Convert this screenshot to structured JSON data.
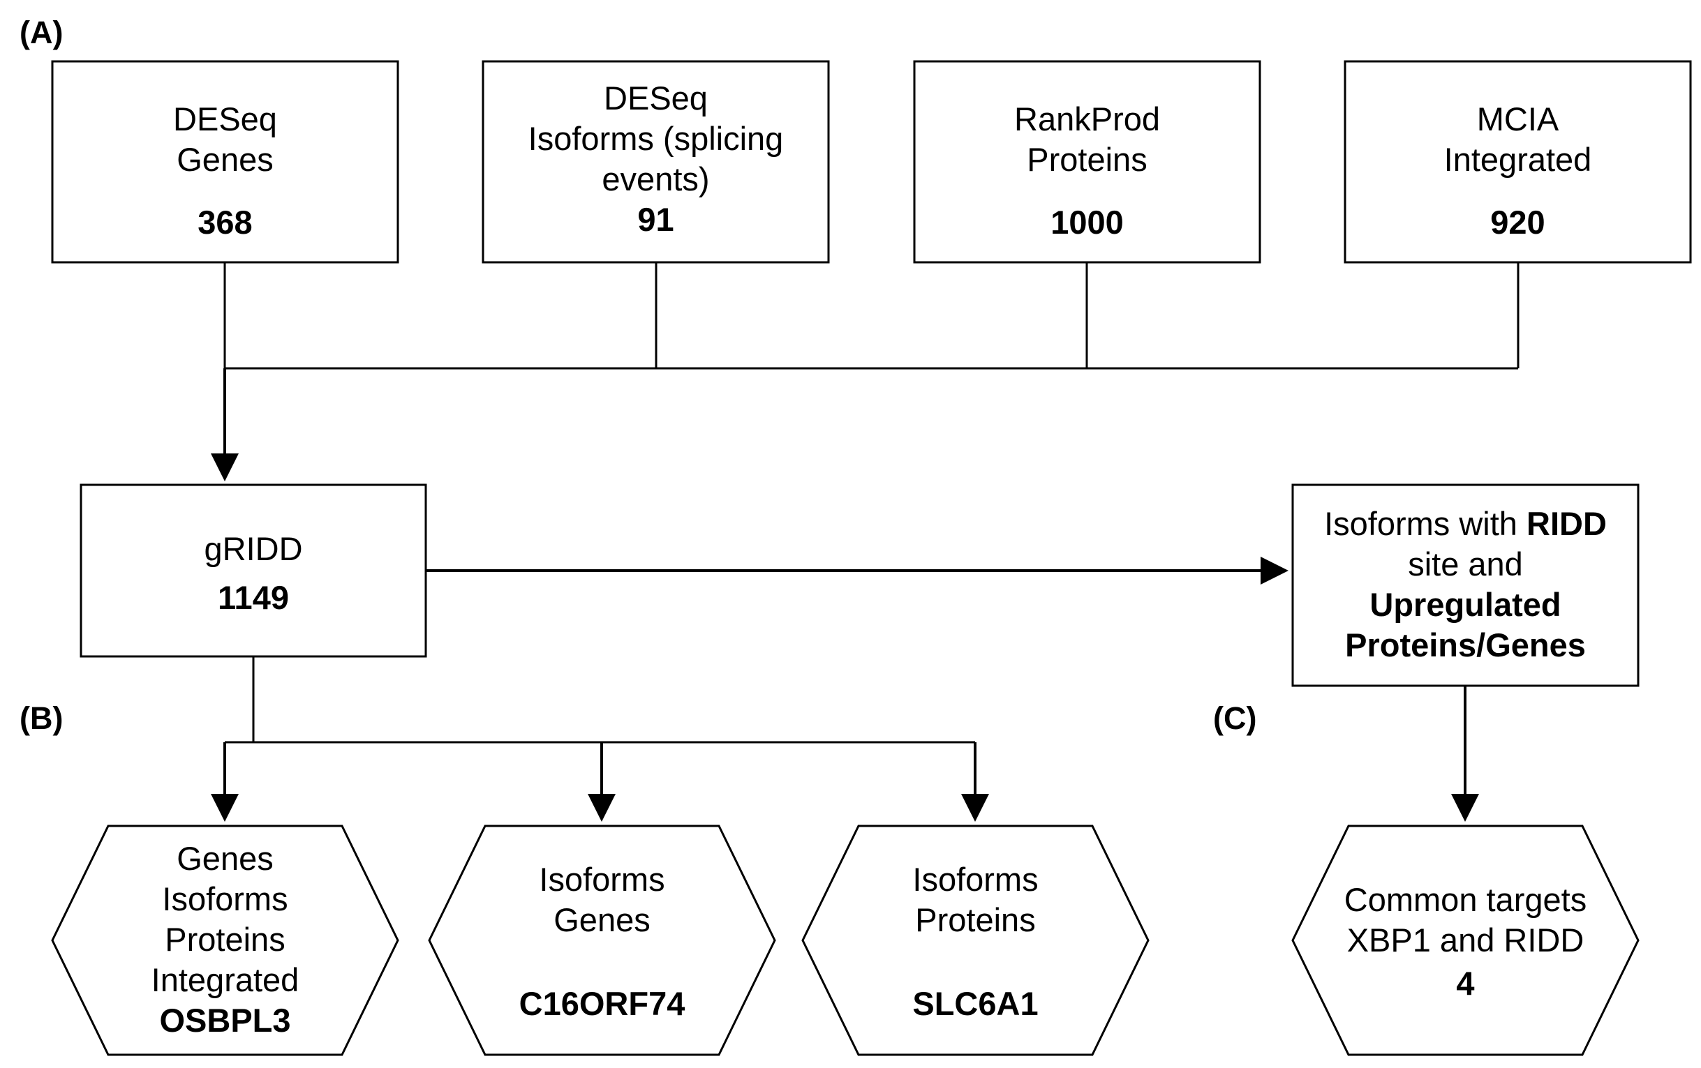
{
  "section_labels": {
    "a": "(A)",
    "b": "(B)",
    "c": "(C)"
  },
  "sources": [
    {
      "line1": "DESeq",
      "line2": "Genes",
      "line3": "",
      "count": "368"
    },
    {
      "line1": "DESeq",
      "line2": "Isoforms (splicing",
      "line3": "events)",
      "count": "91"
    },
    {
      "line1": "RankProd",
      "line2": "Proteins",
      "line3": "",
      "count": "1000"
    },
    {
      "line1": "MCIA",
      "line2": "Integrated",
      "line3": "",
      "count": "920"
    }
  ],
  "gridd": {
    "name": "gRIDD",
    "count": "1149"
  },
  "ridd_box": {
    "line1_pre": "Isoforms with ",
    "line1_bold": "RIDD",
    "line2": "site and",
    "line3": "Upregulated",
    "line4": "Proteins/Genes"
  },
  "outputs": [
    {
      "lines": [
        "Genes",
        "Isoforms",
        "Proteins",
        "Integrated"
      ],
      "target": "OSBPL3"
    },
    {
      "lines": [
        "Isoforms",
        "Genes"
      ],
      "target": "C16ORF74"
    },
    {
      "lines": [
        "Isoforms",
        "Proteins"
      ],
      "target": "SLC6A1"
    },
    {
      "lines": [
        "Common targets",
        "XBP1 and RIDD"
      ],
      "target": "4"
    }
  ]
}
